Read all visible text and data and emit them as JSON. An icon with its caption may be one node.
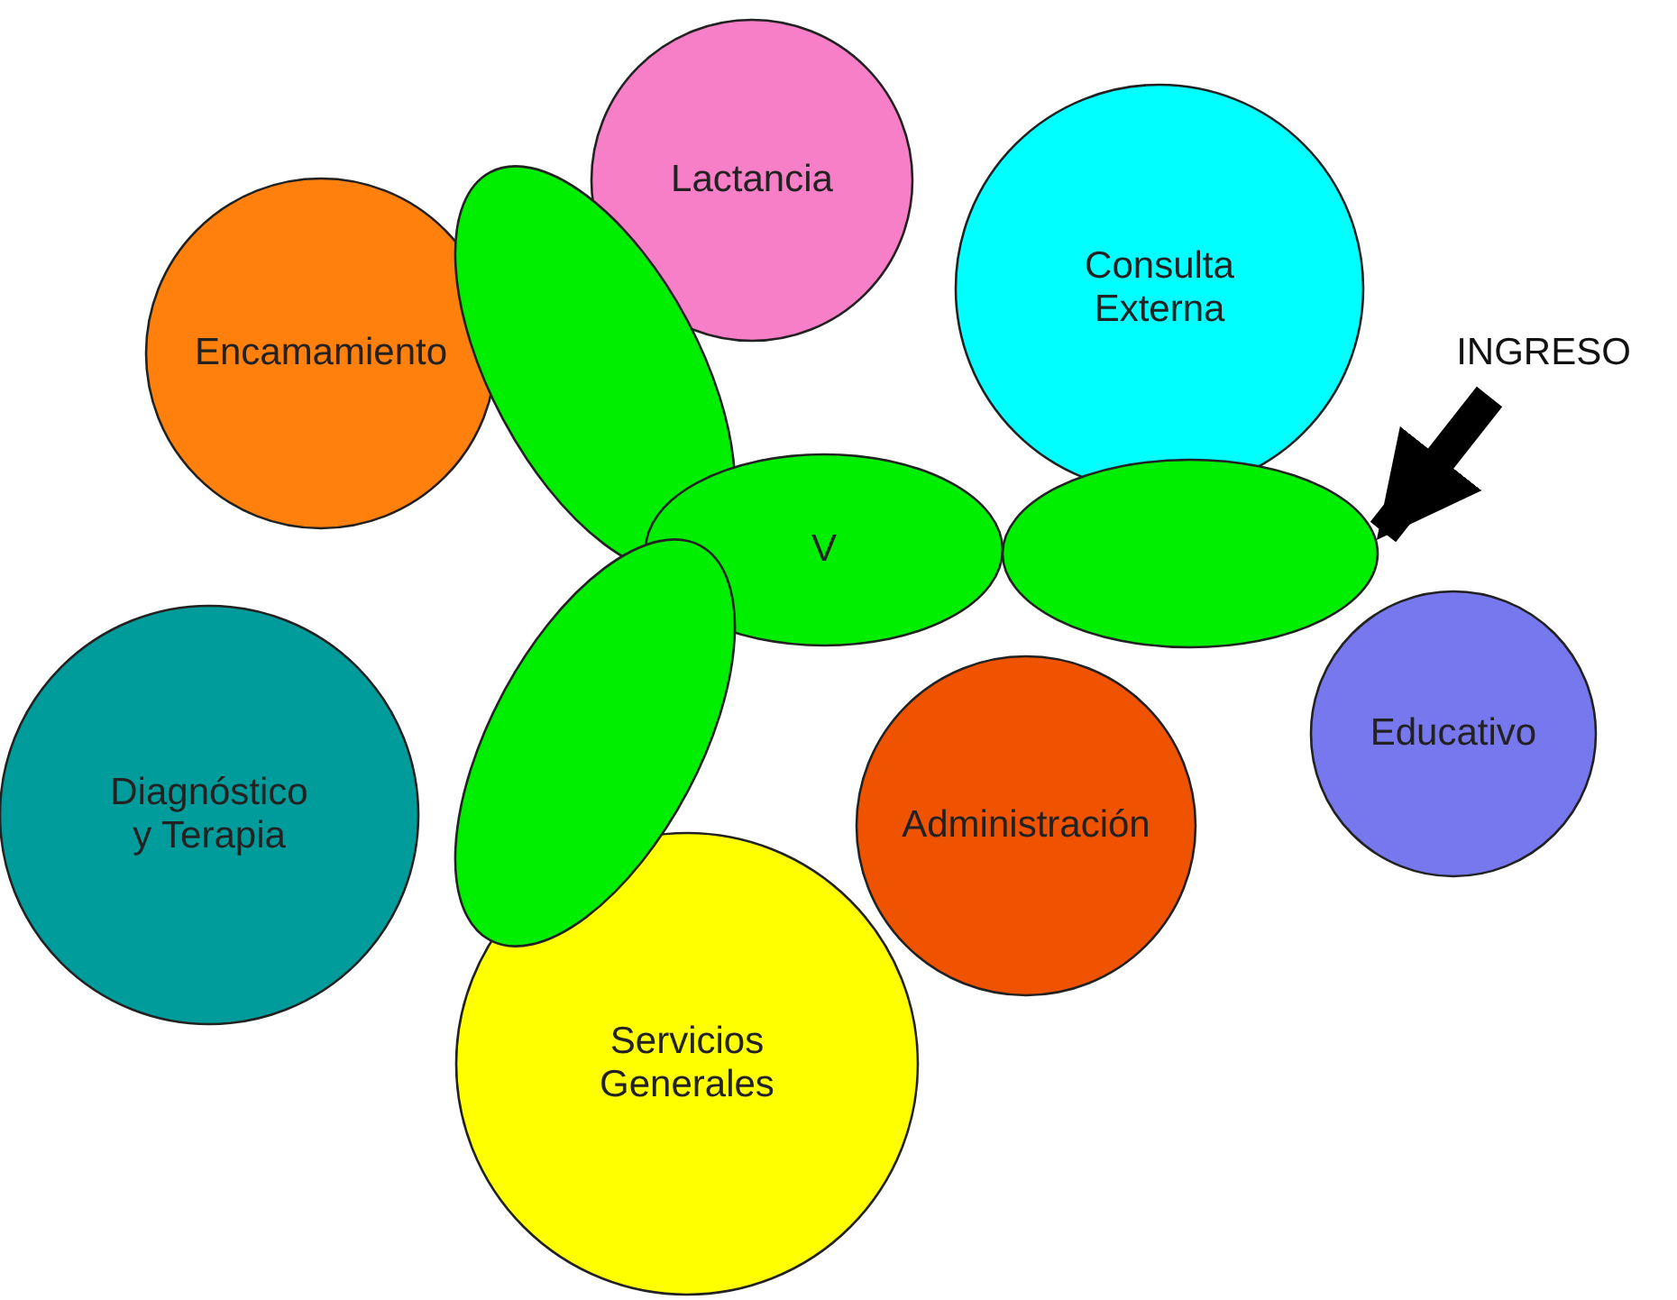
{
  "diagram": {
    "nodes": [
      {
        "text": [
          "Lactancia"
        ]
      },
      {
        "text": [
          "Consulta Externa"
        ]
      },
      {
        "text": [
          "Encamamiento"
        ]
      },
      {
        "text": [
          "INGRESO"
        ]
      },
      {
        "text": [],
        "shape": "ellipse"
      },
      {
        "text": [
          "V"
        ]
      },
      {
        "text": [],
        "shape": "ellipse"
      },
      {
        "text": [
          "Educativo"
        ]
      },
      {
        "text": [],
        "shape": "ellipse"
      },
      {
        "text": [
          "Diagnóstico y Terapia"
        ]
      },
      {
        "text": [
          "Administración"
        ]
      },
      {
        "text": [
          "Servicios Generales"
        ]
      }
    ],
    "edges": [
      {
        "from": 3,
        "to": 6,
        "arrow": "to"
      }
    ]
  }
}
